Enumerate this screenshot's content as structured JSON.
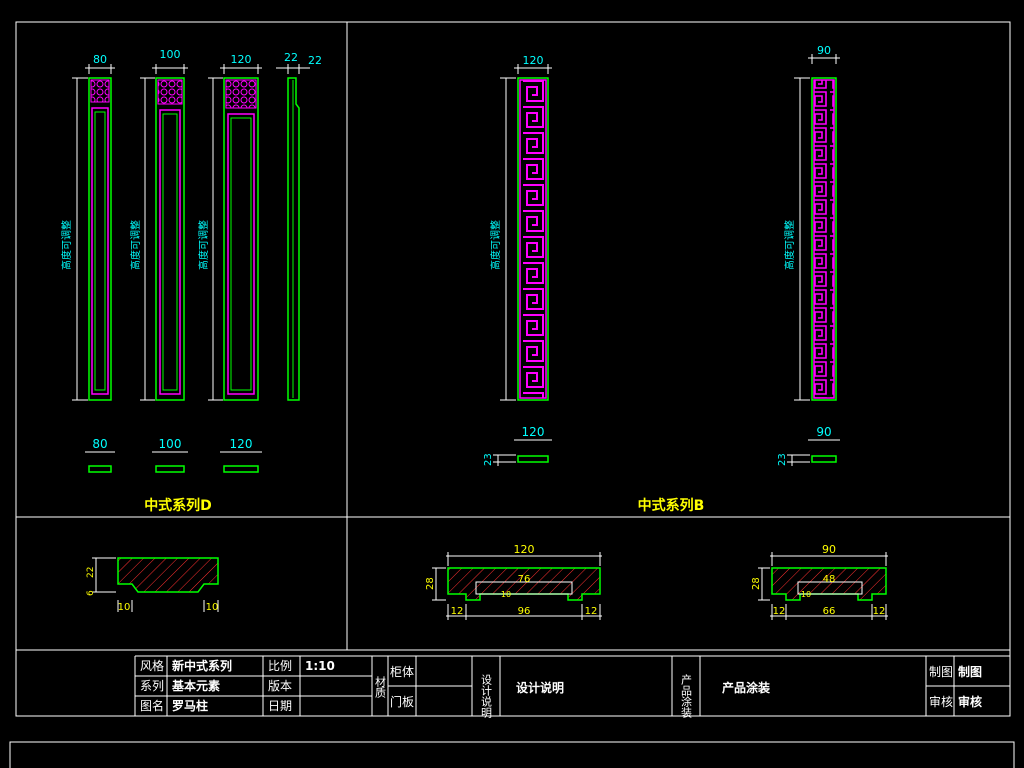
{
  "colors": {
    "background": "#000000",
    "frame": "#ffffff",
    "panel_outline": "#00ff00",
    "ornament": "#ff00ff",
    "dimension": "#00ffff",
    "series_title": "#ffff00",
    "hatch": "#ff3030",
    "table_text": "#ffffff"
  },
  "panel_d": {
    "title": "中式系列D",
    "height_note": "高度可调整",
    "top_dims": [
      "80",
      "100",
      "120",
      "22",
      "22"
    ],
    "section_dims": [
      "80",
      "100",
      "120"
    ]
  },
  "panel_b": {
    "title": "中式系列B",
    "height_note": "高度可调整",
    "top_dims": [
      "120",
      "90"
    ],
    "section_dims": [
      "120",
      "90"
    ],
    "thickness_dims": [
      "23",
      "23"
    ]
  },
  "section_left": {
    "height_dim": "22",
    "sub_dim": "6",
    "bottom_dims": [
      "10",
      "10"
    ]
  },
  "section_mid": {
    "top": "120",
    "inner": "76",
    "small": "10",
    "height": "28",
    "bottom": [
      "12",
      "96",
      "12"
    ]
  },
  "section_right": {
    "top": "90",
    "inner": "48",
    "small": "10",
    "height": "28",
    "bottom": [
      "12",
      "66",
      "12"
    ]
  },
  "title_block": {
    "style_label": "风格",
    "style_value": "新中式系列",
    "scale_label": "比例",
    "scale_value": "1:10",
    "series_label": "系列",
    "series_value": "基本元素",
    "version_label": "版本",
    "name_label": "图名",
    "name_value": "罗马柱",
    "date_label": "日期",
    "material_label": "材质",
    "cabinet_label": "柜体",
    "door_label": "门板",
    "design_label": "设计说明",
    "design_value": "设计说明",
    "coating_label": "产品涂装",
    "coating_value": "产品涂装",
    "draw_label": "制图",
    "draw_value": "制图",
    "review_label": "审核",
    "review_value": "审核"
  }
}
